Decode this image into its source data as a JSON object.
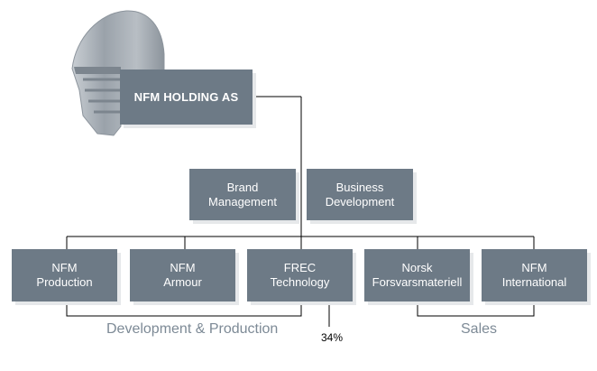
{
  "holding": {
    "label": "NFM HOLDING AS"
  },
  "staff": [
    {
      "label": "Brand\nManagement"
    },
    {
      "label": "Business\nDevelopment"
    }
  ],
  "subsidiaries": [
    {
      "label": "NFM\nProduction"
    },
    {
      "label": "NFM\nArmour"
    },
    {
      "label": "FREC\nTechnology"
    },
    {
      "label": "Norsk\nForsvarsmateriell"
    },
    {
      "label": "NFM\nInternational"
    }
  ],
  "groups": {
    "development_production": "Development & Production",
    "sales": "Sales"
  },
  "ownership": {
    "frec_share": "34%"
  },
  "colors": {
    "box": "#6d7a86",
    "line": "#000000",
    "group_text": "#7d8a96",
    "helmet": "#a6adb4"
  },
  "icons": {
    "logo": "knight-helmet-icon"
  }
}
